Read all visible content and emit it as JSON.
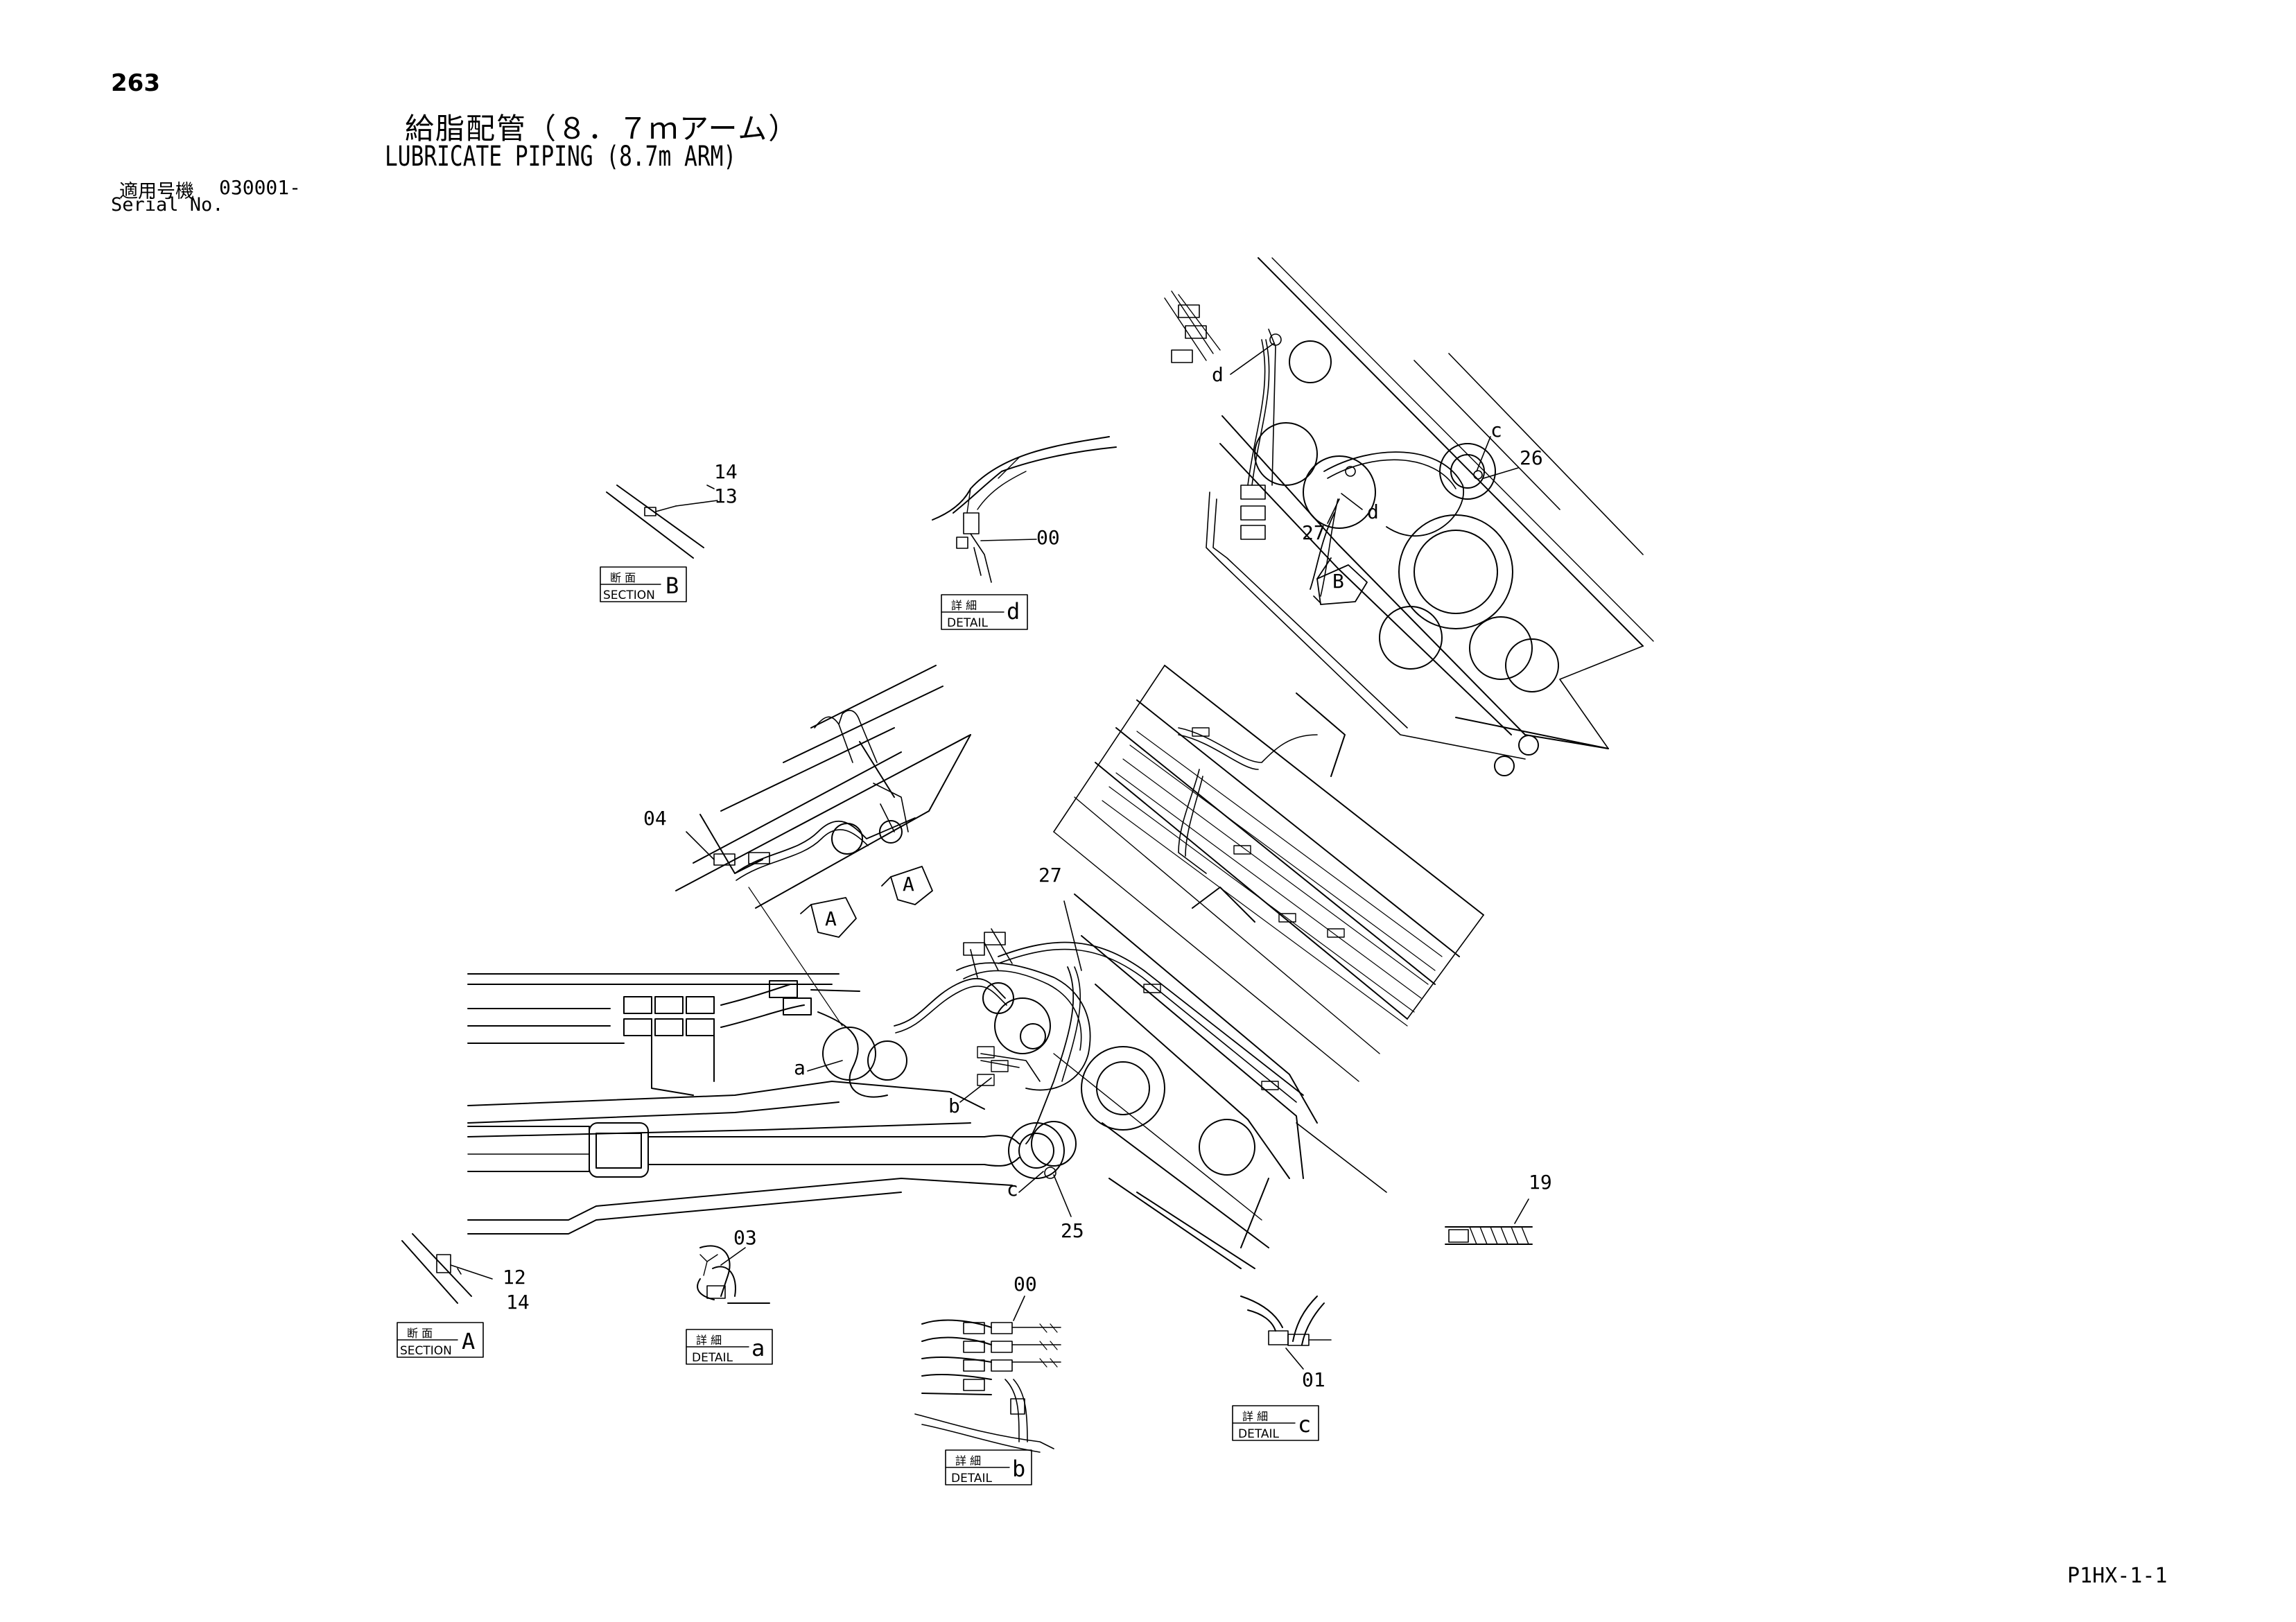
{
  "page_number": "263",
  "title_ja": "給脂配管（８．７ｍアーム）",
  "title_en": "LUBRICATE PIPING (8.7m ARM)",
  "serial": {
    "label_ja": "適用号機",
    "label_en": "Serial No.",
    "value": "030001-"
  },
  "drawing_code": "P1HX-1-1",
  "views": {
    "section_b": {
      "label_ja": "断 面",
      "label_en": "SECTION",
      "letter": "B"
    },
    "detail_d": {
      "label_ja": "詳 細",
      "label_en": "DETAIL",
      "letter": "d"
    },
    "section_a": {
      "label_ja": "断 面",
      "label_en": "SECTION",
      "letter": "A"
    },
    "detail_a": {
      "label_ja": "詳 細",
      "label_en": "DETAIL",
      "letter": "a"
    },
    "detail_b": {
      "label_ja": "詳 細",
      "label_en": "DETAIL",
      "letter": "b"
    },
    "detail_c": {
      "label_ja": "詳 細",
      "label_en": "DETAIL",
      "letter": "c"
    }
  },
  "callouts": {
    "p14_top": "14",
    "p13": "13",
    "p00_d": "00",
    "ld_top": "d",
    "lc_top": "c",
    "p26": "26",
    "ld_mid": "d",
    "p27_top": "27",
    "vB": "B",
    "p04": "04",
    "vA1": "A",
    "vA2": "A",
    "p27_mid": "27",
    "la": "a",
    "lb": "b",
    "lc": "c",
    "p25": "25",
    "p19": "19",
    "p12": "12",
    "p14_bot": "14",
    "p03": "03",
    "p00_b": "00",
    "p01": "01"
  }
}
